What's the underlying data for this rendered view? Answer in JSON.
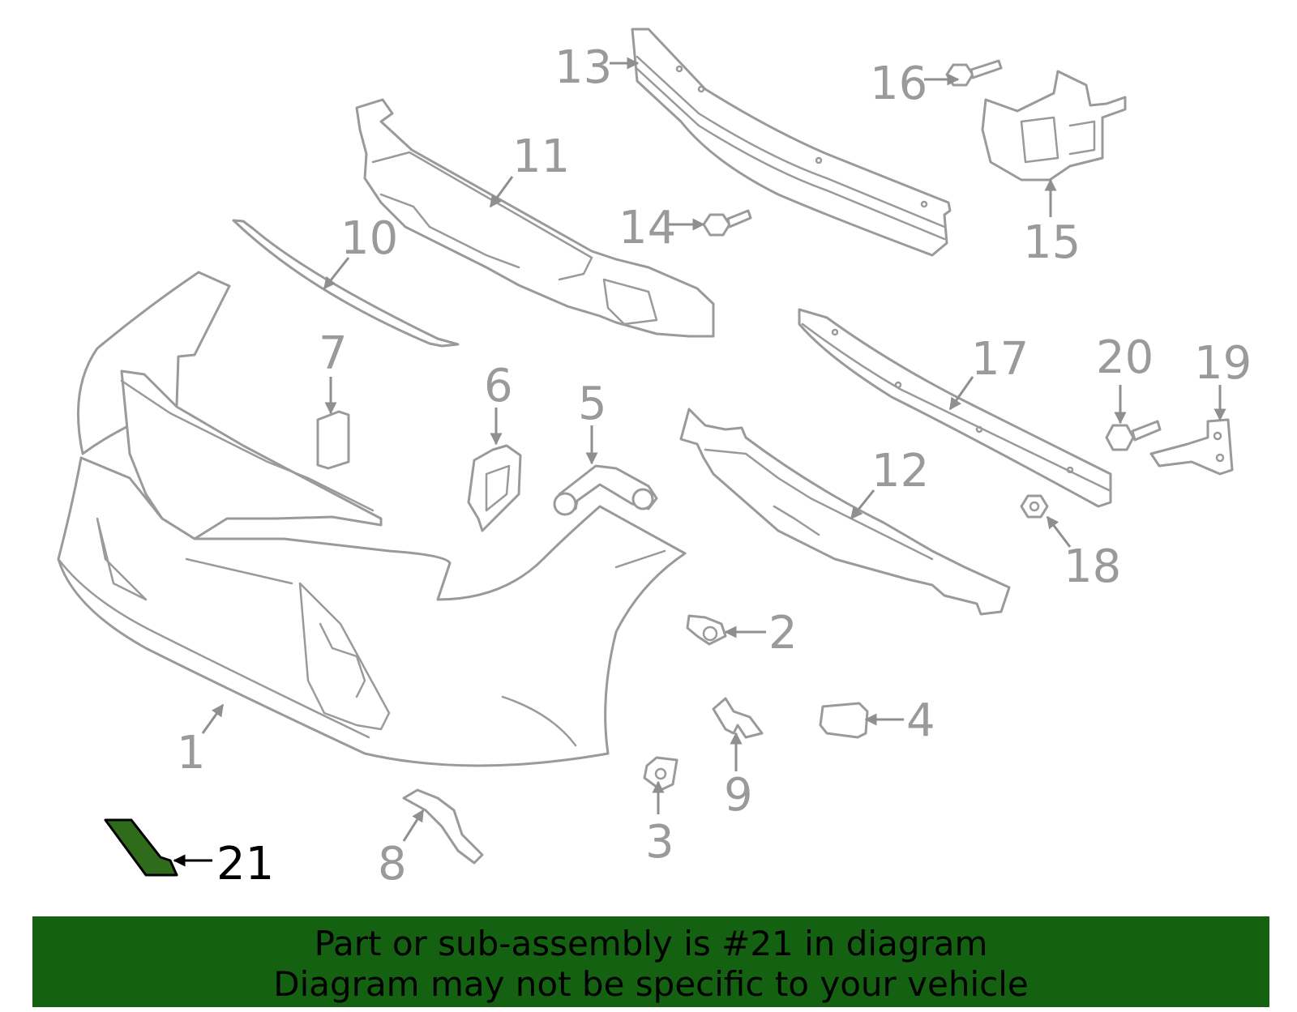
{
  "callouts": {
    "c1": "1",
    "c2": "2",
    "c3": "3",
    "c4": "4",
    "c5": "5",
    "c6": "6",
    "c7": "7",
    "c8": "8",
    "c9": "9",
    "c10": "10",
    "c11": "11",
    "c12": "12",
    "c13": "13",
    "c14": "14",
    "c15": "15",
    "c16": "16",
    "c17": "17",
    "c18": "18",
    "c19": "19",
    "c20": "20",
    "c21": "21"
  },
  "highlight": {
    "part": "21",
    "color": "#2e6b1a"
  },
  "colors": {
    "line": "#9a9a9a",
    "banner": "#136111",
    "banner_text": "#000000"
  },
  "banner": {
    "line1": "Part or sub-assembly is #21 in diagram",
    "line2": "Diagram may not be specific to your vehicle"
  }
}
